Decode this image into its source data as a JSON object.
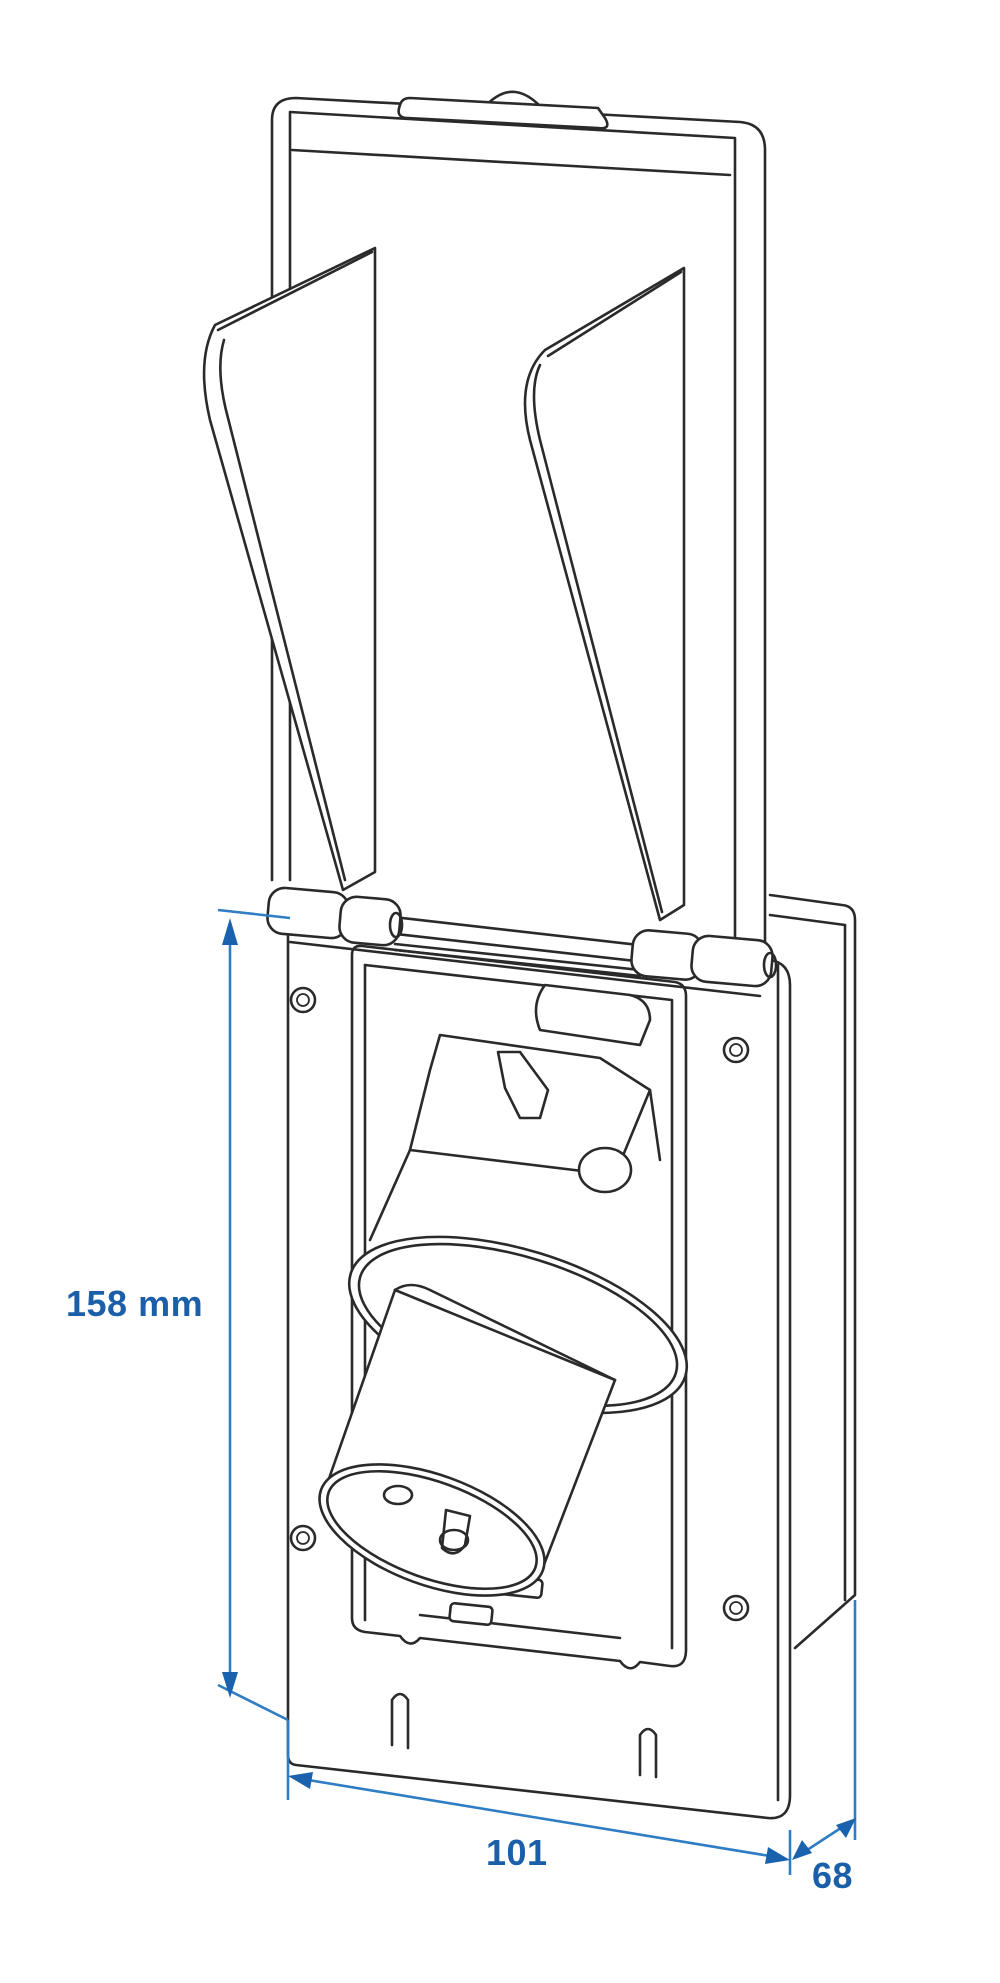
{
  "diagram": {
    "subject": "Flush-mount inlet socket with hinged flip-up cover",
    "dimension_color": "#1a5fa8",
    "line_color": "#2a2a2a",
    "dimensions": {
      "height": {
        "label": "158 mm",
        "value": 158,
        "unit": "mm",
        "axis": "vertical"
      },
      "width": {
        "label": "101",
        "value": 101,
        "unit": "mm",
        "axis": "horizontal"
      },
      "depth": {
        "label": "68",
        "value": 68,
        "unit": "mm",
        "axis": "depth"
      }
    }
  }
}
